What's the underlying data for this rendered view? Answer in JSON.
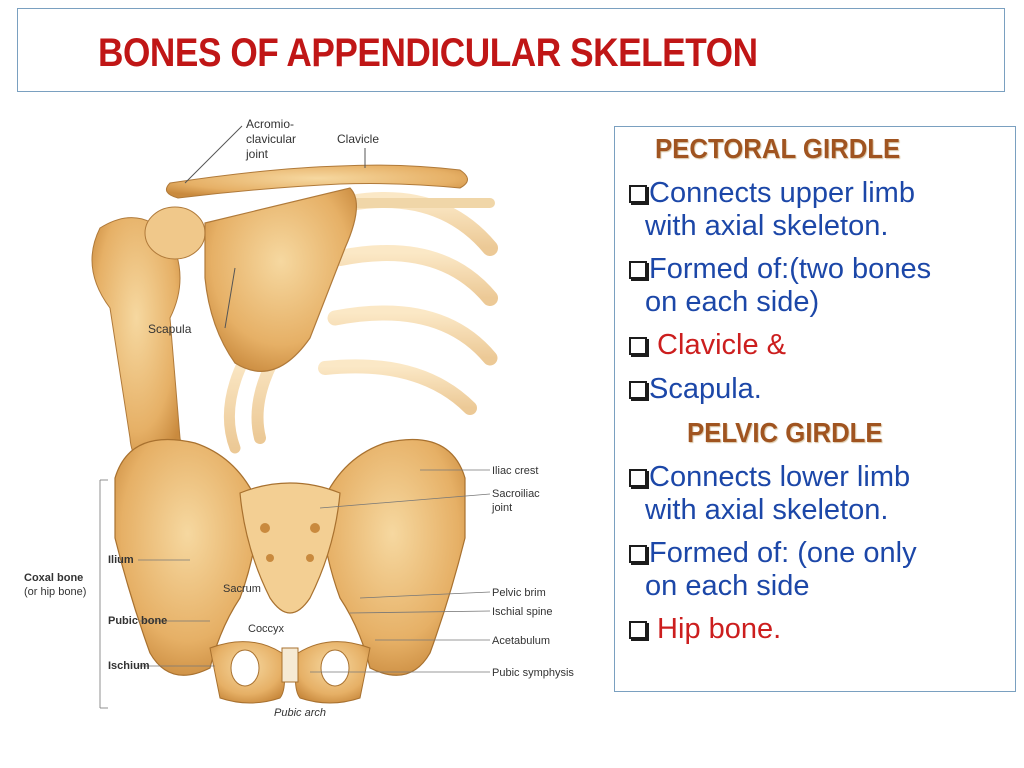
{
  "title": "BONES OF APPENDICULAR SKELETON",
  "pectoral": {
    "heading": "PECTORAL GIRDLE",
    "bullets": [
      {
        "line1": "Connects upper limb",
        "line2": "with axial skeleton."
      },
      {
        "line1": "Formed of:(two bones",
        "line2": "on each side)"
      },
      {
        "line1": " Clavicle &"
      },
      {
        "line1": "Scapula."
      }
    ]
  },
  "pelvic": {
    "heading": "PELVIC GIRDLE",
    "bullets": [
      {
        "line1": "Connects lower limb",
        "line2": "with axial skeleton."
      },
      {
        "line1": "Formed of: (one only",
        "line2": "on each side"
      },
      {
        "line1": " Hip bone."
      }
    ]
  },
  "figure": {
    "shoulder_labels": {
      "acromio": [
        "Acromio-",
        "clavicular",
        "joint"
      ],
      "clavicle": "Clavicle",
      "scapula": "Scapula"
    },
    "pelvis_labels": {
      "iliac_crest": "Iliac crest",
      "sacroiliac": [
        "Sacroiliac",
        "joint"
      ],
      "pelvic_brim": "Pelvic brim",
      "ischial_spine": "Ischial spine",
      "acetabulum": "Acetabulum",
      "pubic_symphysis": "Pubic symphysis",
      "pubic_arch": "Pubic arch",
      "sacrum": "Sacrum",
      "coccyx": "Coccyx",
      "ilium": "Ilium",
      "coxal_bone": [
        "Coxal bone",
        "(or hip bone)"
      ],
      "pubic_bone": "Pubic bone",
      "ischium": "Ischium"
    }
  },
  "colors": {
    "title": "#c01616",
    "heading": "#a05420",
    "bullet_text": "#1c47a8",
    "bullet_red": "#cc1e1e",
    "bone": "#e8b66e"
  }
}
